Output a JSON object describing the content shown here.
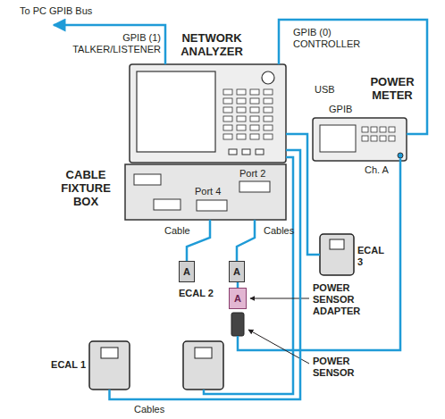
{
  "diagram": {
    "nodes": [
      {
        "text": [
          "NETWORK ANALYZER"
        ]
      },
      {
        "text": [
          "POWER METER"
        ]
      },
      {
        "text": [
          "CABLE FIXTURE BOX"
        ]
      },
      {
        "text": [
          "ECAL 3"
        ]
      },
      {
        "text": [
          "A"
        ]
      },
      {
        "text": [
          "A"
        ]
      },
      {
        "text": [
          "A"
        ]
      },
      {
        "text": [
          "ECAL 1"
        ]
      }
    ],
    "edges": [
      {
        "from": 0,
        "to": 1,
        "arrow": "none"
      },
      {
        "from": 2,
        "to": 4,
        "arrow": "none"
      },
      {
        "from": 2,
        "to": 5,
        "arrow": "none"
      },
      {
        "from": 5,
        "to": 6,
        "arrow": "none"
      },
      {
        "from": 0,
        "to": 3,
        "arrow": "none"
      },
      {
        "from": 7,
        "to": 0,
        "arrow": "none"
      }
    ],
    "labels": [
      "To PC GPIB Bus",
      "GPIB (1) TALKER/LISTENER",
      "GPIB (0) CONTROLLER",
      "GPIB",
      "USB",
      "Ch. A",
      "Port 4",
      "Port 2",
      "Cable",
      "Cables",
      "ECAL 2",
      "POWER SENSOR ADAPTER",
      "POWER SENSOR",
      "Cables"
    ]
  }
}
